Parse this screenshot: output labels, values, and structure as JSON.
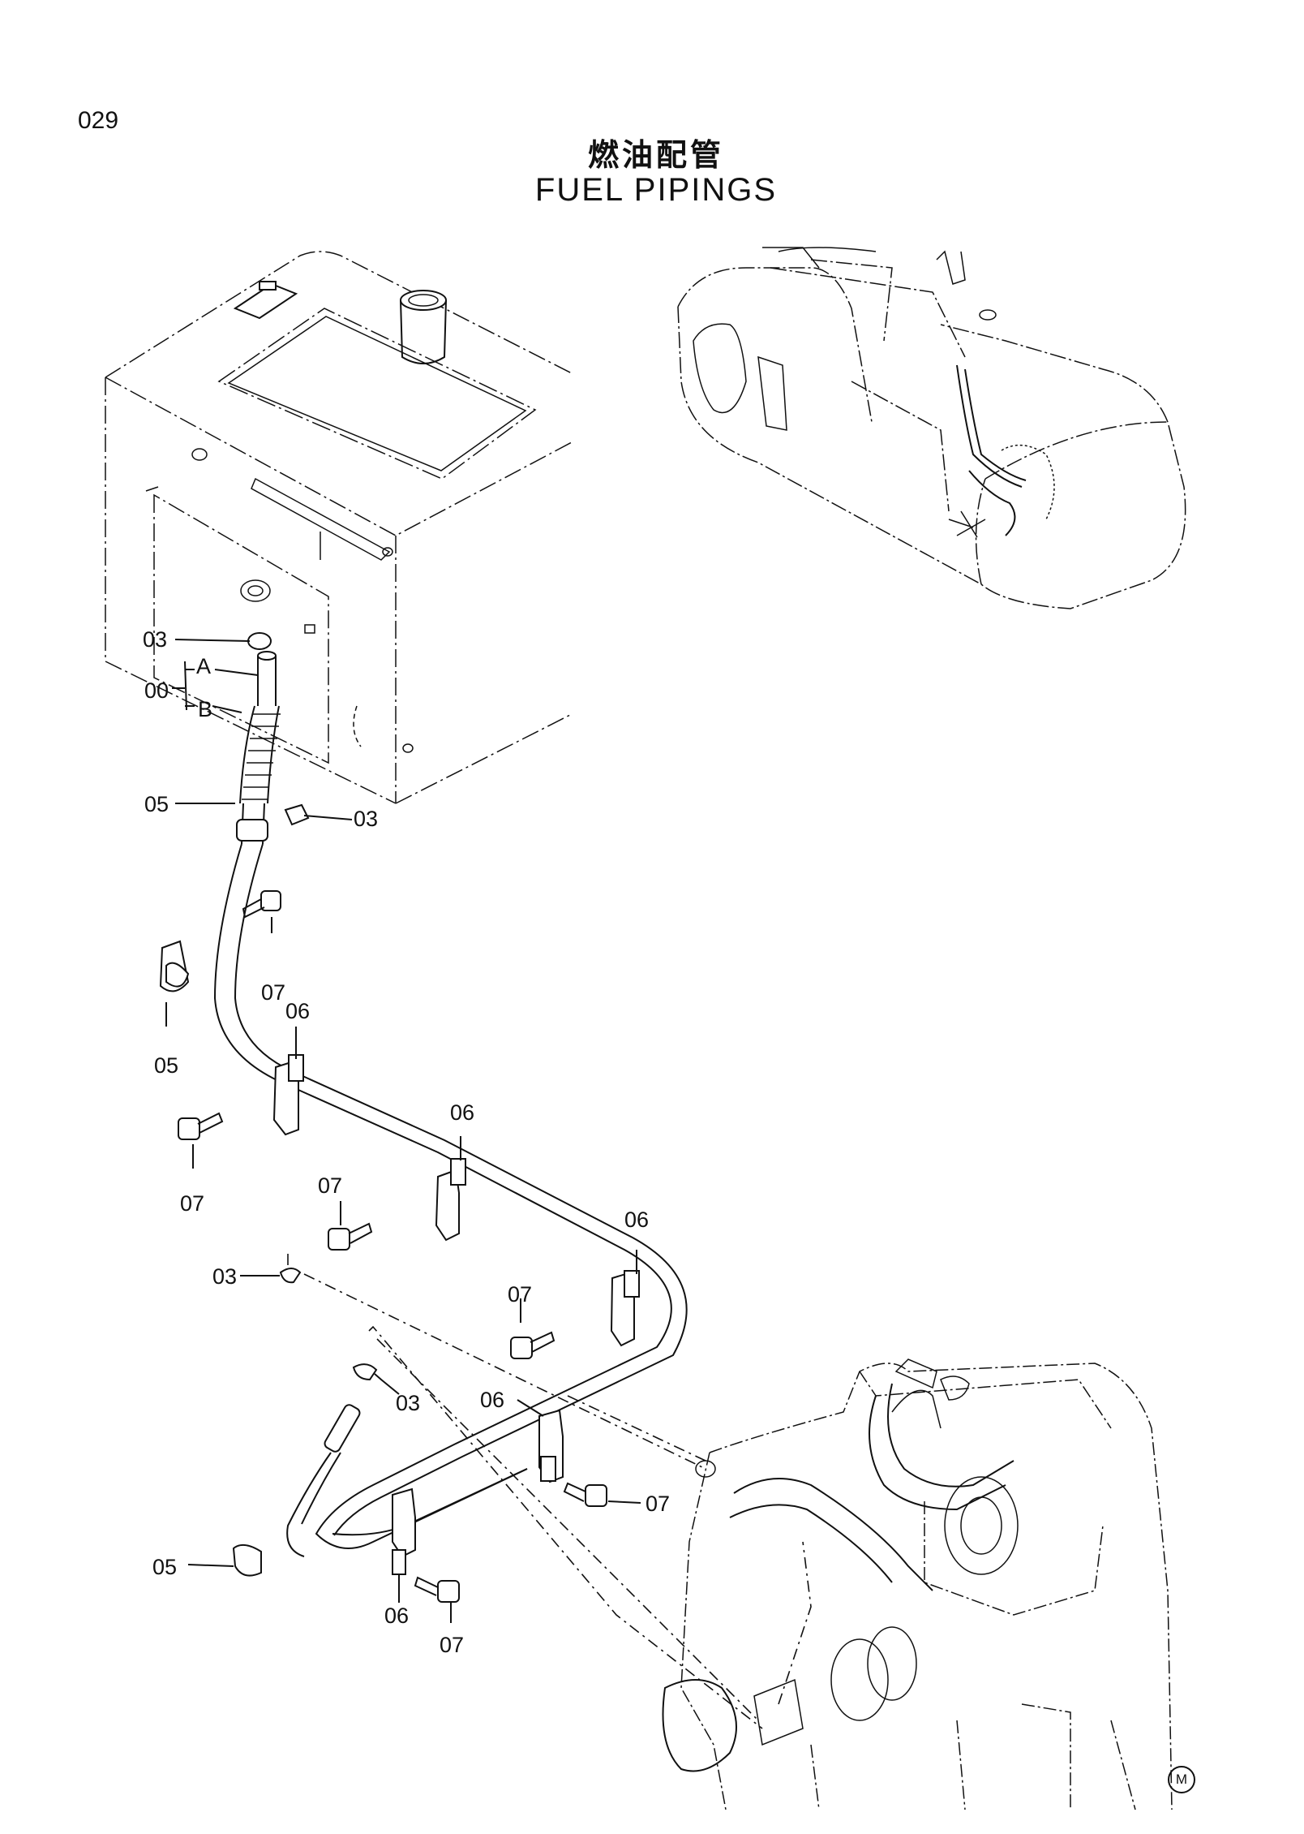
{
  "page_number": "029",
  "title_cn": "燃油配管",
  "title_en": "FUEL  PIPINGS",
  "callouts": {
    "c03_tank_top": "03",
    "c00": "00",
    "cA": "A",
    "cB": "B",
    "c05_top": "05",
    "c03_tank_bottom": "03",
    "c07_a": "07",
    "c05_mid": "05",
    "c06_a": "06",
    "c07_b": "07",
    "c06_b": "06",
    "c07_c": "07",
    "c03_left": "03",
    "c06_c": "06",
    "c07_d": "07",
    "c03_mid": "03",
    "c06_d": "06",
    "c07_e": "07",
    "c05_bottom": "05",
    "c06_e": "06",
    "c07_f": "07"
  },
  "corner_mark": "M"
}
